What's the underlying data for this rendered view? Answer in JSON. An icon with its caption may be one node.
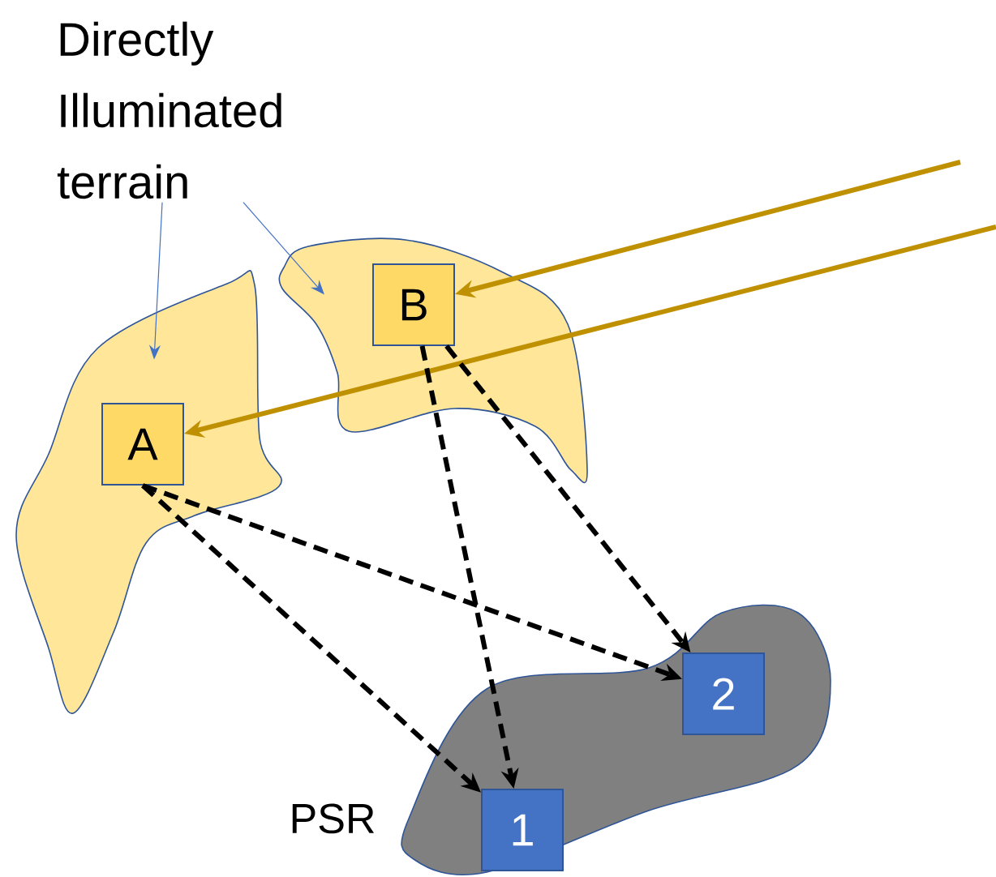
{
  "diagram": {
    "nodes": [
      {
        "text": [
          "Directly Illuminated terrain"
        ]
      },
      {
        "text": [],
        "shape": "cloud"
      },
      {
        "text": [],
        "shape": "cloud"
      },
      {
        "text": [
          "A"
        ],
        "in": 1
      },
      {
        "text": [
          "B"
        ],
        "in": 2
      },
      {
        "text": [],
        "shape": "cloud",
        "beside": [
          "PSR"
        ]
      },
      {
        "text": [
          "1"
        ],
        "in": 5
      },
      {
        "text": [
          "2"
        ],
        "in": 5
      }
    ],
    "edges": [
      {
        "from": 0,
        "to": 1,
        "arrow": "to",
        "color": "#4472c4"
      },
      {
        "from": 0,
        "to": 2,
        "arrow": "to",
        "color": "#4472c4"
      },
      {
        "from": null,
        "to": 4,
        "arrow": "to",
        "color": "#bf9000"
      },
      {
        "from": null,
        "to": 3,
        "arrow": "to",
        "color": "#bf9000"
      },
      {
        "from": 3,
        "to": 6,
        "arrow": "to",
        "style": "dashed"
      },
      {
        "from": 3,
        "to": 7,
        "arrow": "to",
        "style": "dashed"
      },
      {
        "from": 4,
        "to": 6,
        "arrow": "to",
        "style": "dashed"
      },
      {
        "from": 4,
        "to": 7,
        "arrow": "to",
        "style": "dashed"
      }
    ]
  }
}
